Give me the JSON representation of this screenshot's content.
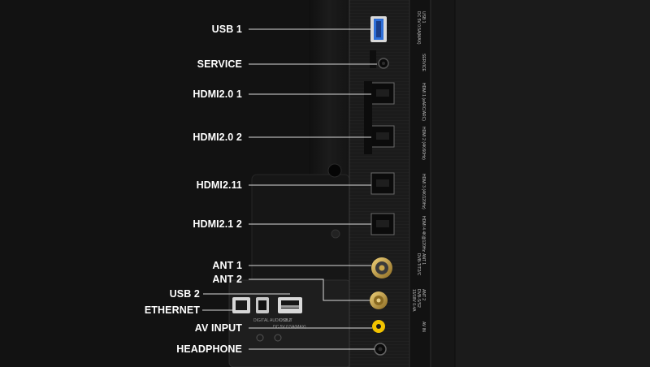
{
  "callouts": [
    {
      "id": "usb1",
      "label": "USB 1"
    },
    {
      "id": "service",
      "label": "SERVICE"
    },
    {
      "id": "hdmi201",
      "label": "HDMI2.0 1"
    },
    {
      "id": "hdmi202",
      "label": "HDMI2.0 2"
    },
    {
      "id": "hdmi211",
      "label": "HDMI2.11"
    },
    {
      "id": "hdmi212",
      "label": "HDMI2.1 2"
    },
    {
      "id": "ant1",
      "label": "ANT 1"
    },
    {
      "id": "ant2",
      "label": "ANT 2"
    },
    {
      "id": "usb2",
      "label": "USB 2"
    },
    {
      "id": "ethernet",
      "label": "ETHERNET"
    },
    {
      "id": "avinput",
      "label": "AV INPUT"
    },
    {
      "id": "headphone",
      "label": "HEADPHONE"
    }
  ],
  "panel_text": {
    "usb1": "USB 1",
    "usb1_rating": "DC 5V 0.5A(MAX)",
    "service": "SERVICE",
    "hdmi1": "HDMI 1 (eARC/ARC)",
    "hdmi2": "HDMI 2 (4K/60Hz)",
    "hdmi3": "HDMI 3 (4K/120Hz)",
    "hdmi4": "HDMI 4 4K@120Hz",
    "ant1": "ANT 1",
    "ant1_sub": "DVB-T/T2/C",
    "ant2": "ANT 2",
    "ant2_sub": "DVB-S/S2",
    "ant2_rating": "13/18V 0.4A",
    "av": "AV IN",
    "digital": "DIGITAL AUDIO OUT",
    "usb2": "USB 2",
    "usb2_rating": "DC 5V 0.5A(MAX)"
  },
  "colors": {
    "background": "#131313",
    "panel": "#1a1a1a",
    "label": "#ffffff",
    "leader": "#d9d9d9",
    "antenna_gold": "#c9a64a",
    "av_yellow": "#f2c300",
    "usb_blue": "#2e6fd8"
  }
}
